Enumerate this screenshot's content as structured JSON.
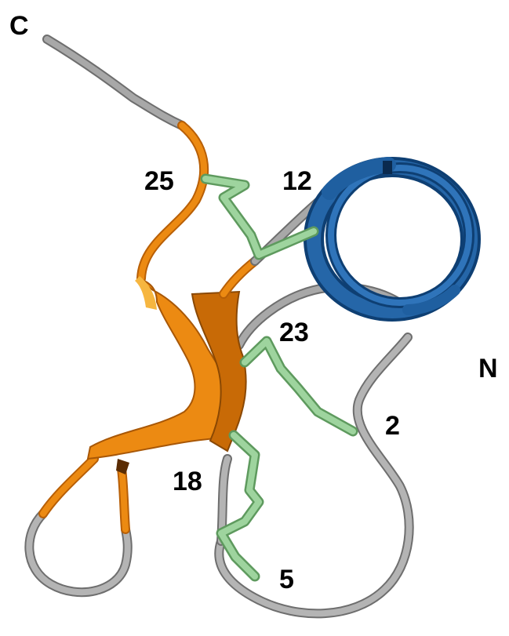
{
  "figure": {
    "colors": {
      "coil": "#a0a0a0",
      "helix": "#1f5fa0",
      "helix_dark": "#0e3f73",
      "strand": "#e8800a",
      "strand_dark": "#a85706",
      "strand_light": "#f6ae33",
      "disulfide": "#8fcf8f",
      "disulfide_dark": "#5e9a5e"
    },
    "labels": {
      "c_terminus": "C",
      "n_terminus": "N",
      "res_25": "25",
      "res_12": "12",
      "res_23": "23",
      "res_2": "2",
      "res_18": "18",
      "res_5": "5"
    }
  }
}
